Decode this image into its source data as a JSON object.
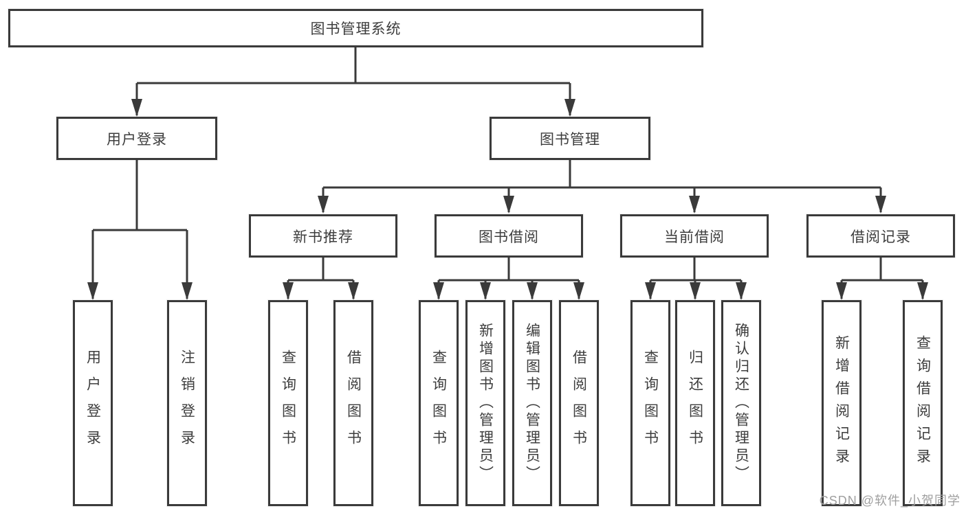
{
  "tree": {
    "label": "图书管理系统",
    "children": [
      {
        "label": "用户登录",
        "children": [
          {
            "label": "用户登录"
          },
          {
            "label": "注销登录"
          }
        ]
      },
      {
        "label": "图书管理",
        "children": [
          {
            "label": "新书推荐",
            "children": [
              {
                "label": "查询图书"
              },
              {
                "label": "借阅图书"
              }
            ]
          },
          {
            "label": "图书借阅",
            "children": [
              {
                "label": "查询图书"
              },
              {
                "label": "新增图书（管理员）"
              },
              {
                "label": "编辑图书（管理员）"
              },
              {
                "label": "借阅图书"
              }
            ]
          },
          {
            "label": "当前借阅",
            "children": [
              {
                "label": "查询图书"
              },
              {
                "label": "归还图书"
              },
              {
                "label": "确认归还（管理员）"
              }
            ]
          },
          {
            "label": "借阅记录",
            "children": [
              {
                "label": "新增借阅记录"
              },
              {
                "label": "查询借阅记录"
              }
            ]
          }
        ]
      }
    ]
  },
  "watermark": "CSDN @软件_小贺同学",
  "colors": {
    "line": "#3a3a3a",
    "text": "#3d3d3d",
    "watermark": "#9f9f9f",
    "background": "#ffffff"
  }
}
